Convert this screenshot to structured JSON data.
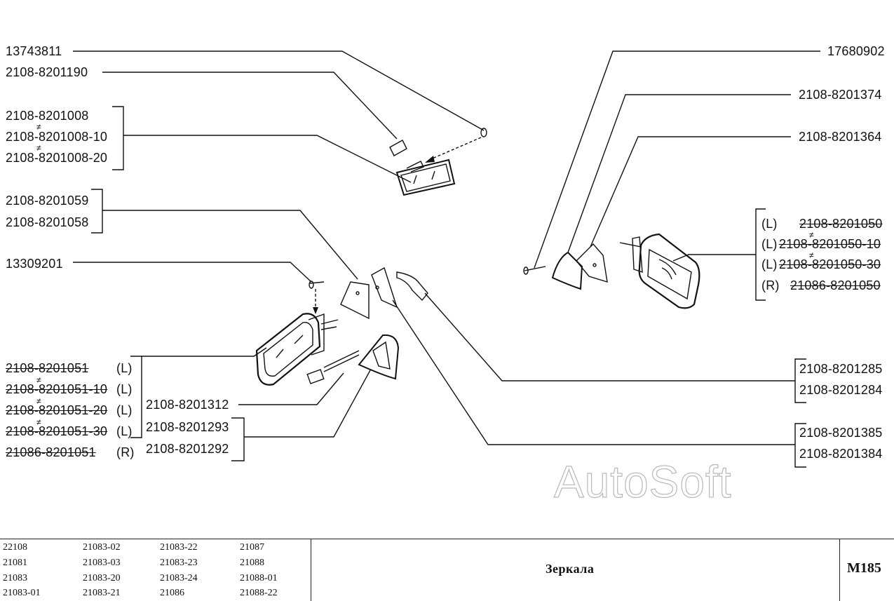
{
  "parts_left_top": {
    "p1": "13743811",
    "p2": "2108-8201190",
    "p3": "2108-8201008",
    "p4": "2108-8201008-10",
    "p5": "2108-8201008-20",
    "p6": "2108-8201059",
    "p7": "2108-8201058",
    "p8": "13309201"
  },
  "parts_left_bottom": {
    "p1": "2108-8201051",
    "p1s": "(L)",
    "p2": "2108-8201051-10",
    "p2s": "(L)",
    "p3": "2108-8201051-20",
    "p3s": "(L)",
    "p4": "2108-8201051-30",
    "p4s": "(L)",
    "p5": "21086-8201051",
    "p5s": "(R)"
  },
  "parts_middle": {
    "p1": "2108-8201312",
    "p2": "2108-8201293",
    "p3": "2108-8201292"
  },
  "parts_right": {
    "p1": "17680902",
    "p2": "2108-8201374",
    "p3": "2108-8201364",
    "g1s": "(L)",
    "g1": "2108-8201050",
    "g2s": "(L)",
    "g2": "2108-8201050-10",
    "g3s": "(L)",
    "g3": "2108-8201050-30",
    "g4s": "(R)",
    "g4": "21086-8201050",
    "p4": "2108-8201285",
    "p5": "2108-8201284",
    "p6": "2108-8201385",
    "p7": "2108-8201384"
  },
  "not_equal_mark": "≠",
  "watermark": "AutoSoft",
  "title_block": {
    "models": [
      [
        "22108",
        "21083-02",
        "21083-22",
        "21087"
      ],
      [
        "21081",
        "21083-03",
        "21083-23",
        "21088"
      ],
      [
        "21083",
        "21083-20",
        "21083-24",
        "21088-01"
      ],
      [
        "21083-01",
        "21083-21",
        "21086",
        "21088-22"
      ]
    ],
    "title": "Зеркала",
    "sheet_code": "M185"
  },
  "colors": {
    "ink": "#111111",
    "watermark_outline": "#b8b8b8"
  }
}
